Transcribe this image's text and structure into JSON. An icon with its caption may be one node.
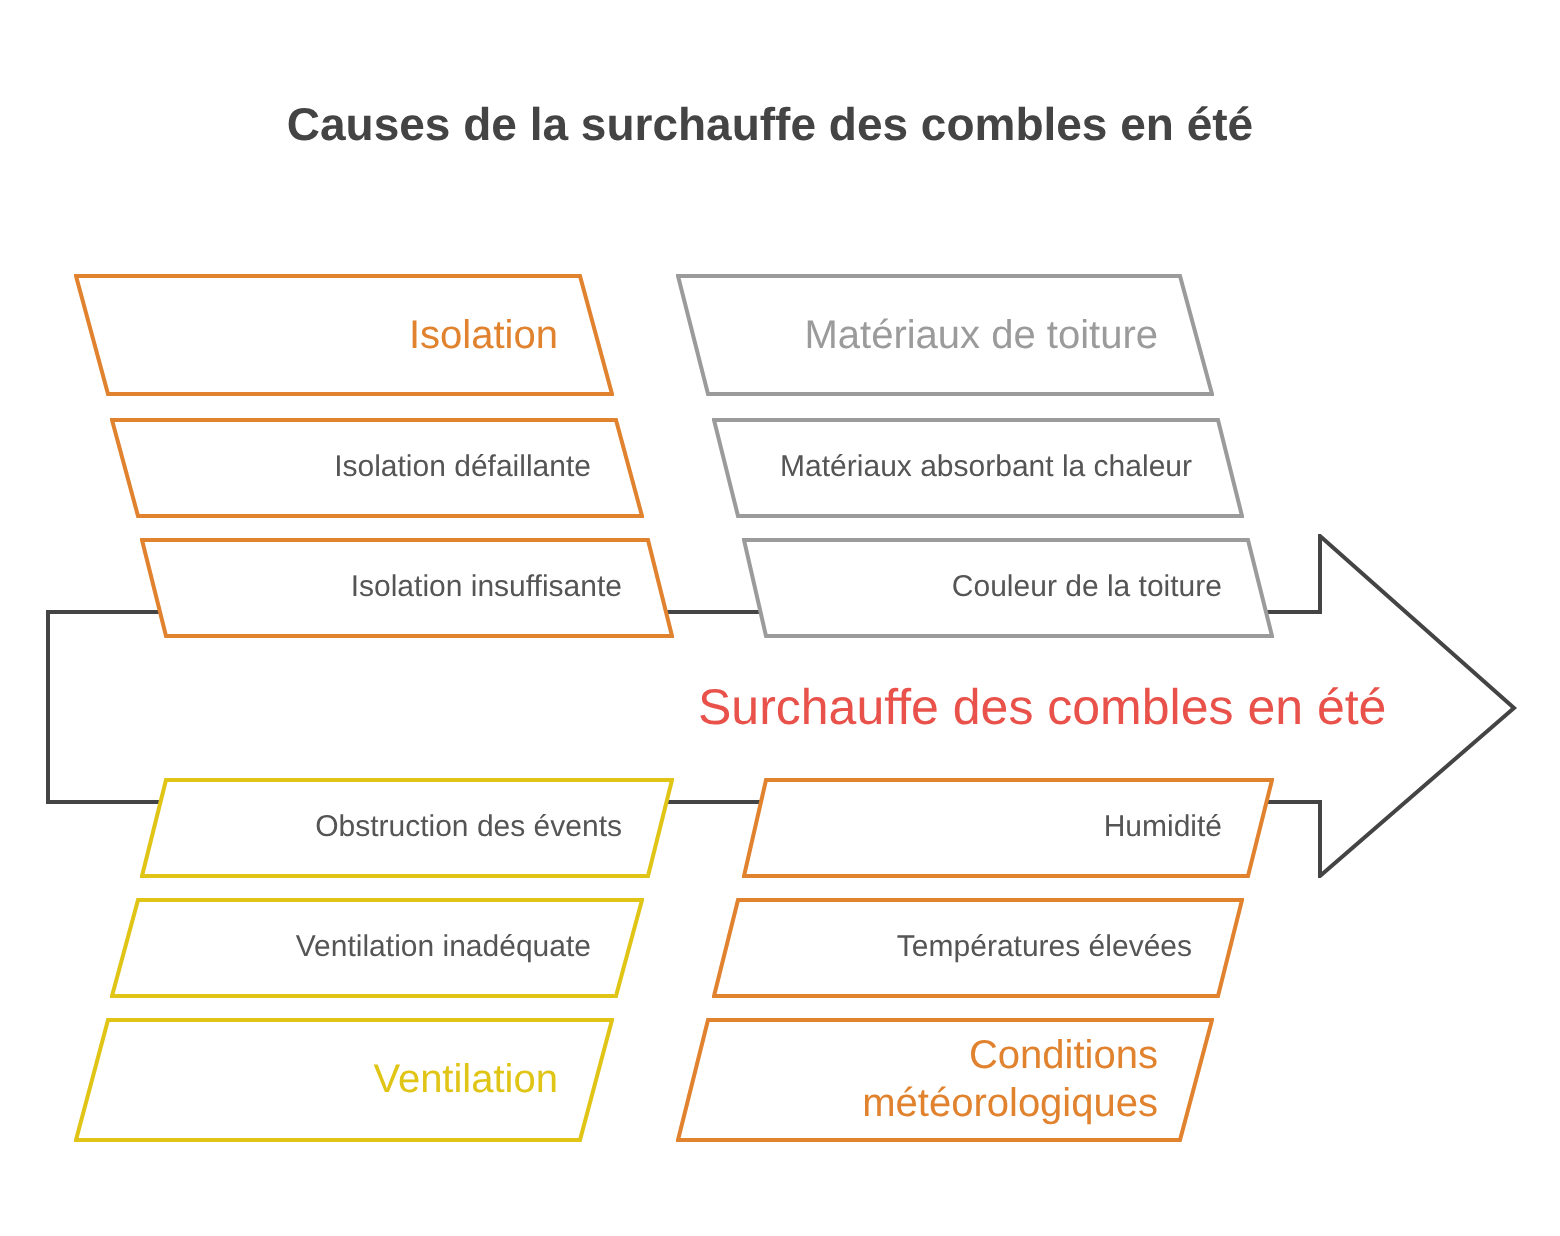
{
  "diagram": {
    "title": "Causes de la surchauffe des combles en été",
    "nodes": [
      {
        "text": [
          "Isolation"
        ]
      },
      {
        "text": [
          "Matériaux de toiture"
        ]
      },
      {
        "text": [
          "Isolation défaillante"
        ]
      },
      {
        "text": [
          "Matériaux absorbant la chaleur"
        ]
      },
      {
        "text": [
          "Isolation insuffisante"
        ]
      },
      {
        "text": [
          "Couleur de la toiture"
        ]
      },
      {
        "text": [
          "Surchauffe des combles en été"
        ]
      },
      {
        "text": [
          "Obstruction des évents"
        ]
      },
      {
        "text": [
          "Humidité"
        ]
      },
      {
        "text": [
          "Ventilation inadéquate"
        ]
      },
      {
        "text": [
          "Températures élevées"
        ]
      },
      {
        "text": [
          "Ventilation"
        ]
      },
      {
        "text": [
          "Conditions météorologiques"
        ]
      }
    ]
  }
}
